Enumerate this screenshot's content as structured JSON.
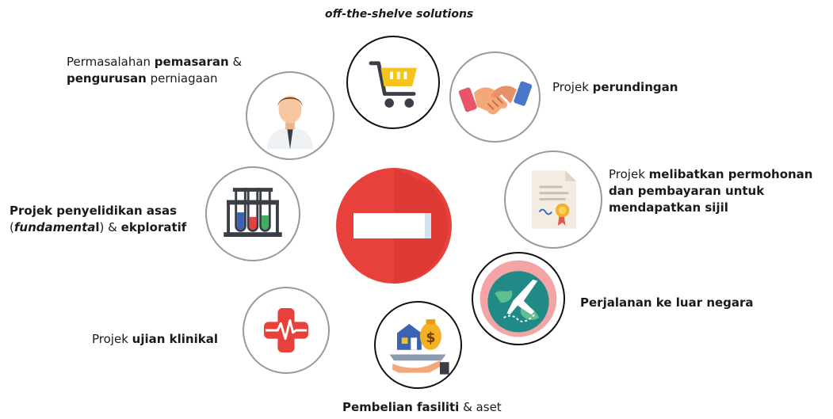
{
  "top_label": "off-the-shelve solutions",
  "labels": {
    "pemasaran": {
      "p1": "Permasalahan ",
      "b1": "pemasaran",
      "p2": " &",
      "b2": "pengurusan",
      "p3": " perniagaan"
    },
    "perundingan": {
      "p1": "Projek ",
      "b1": "perundingan"
    },
    "sijil": {
      "p1": "Projek ",
      "b1": "melibatkan permohonan",
      "b2": "dan pembayaran untuk",
      "b3": "mendapatkan sijil"
    },
    "asas": {
      "b1": "Projek penyelidikan asas",
      "p1": "(",
      "i1": "fundamenta",
      "b2": "l",
      "p2": ") & ",
      "b3": "ekploratif"
    },
    "luar_negara": {
      "b1": "Perjalanan ke luar negara"
    },
    "klinikal": {
      "p1": "Projek ",
      "b1": "ujian klinikal"
    },
    "fasiliti": {
      "b1": "Pembelian fasiliti",
      "p1": " & aset"
    }
  },
  "colors": {
    "sign_red": "#e8413c",
    "sign_dark": "#cf2e2a",
    "border_grey": "#9a9a9a",
    "border_black": "#111111"
  },
  "icons": [
    "shopping-cart-icon",
    "handshake-icon",
    "certificate-icon",
    "airplane-globe-icon",
    "property-money-hand-icon",
    "medical-cross-icon",
    "test-tubes-icon",
    "businessman-icon",
    "no-entry-icon"
  ]
}
